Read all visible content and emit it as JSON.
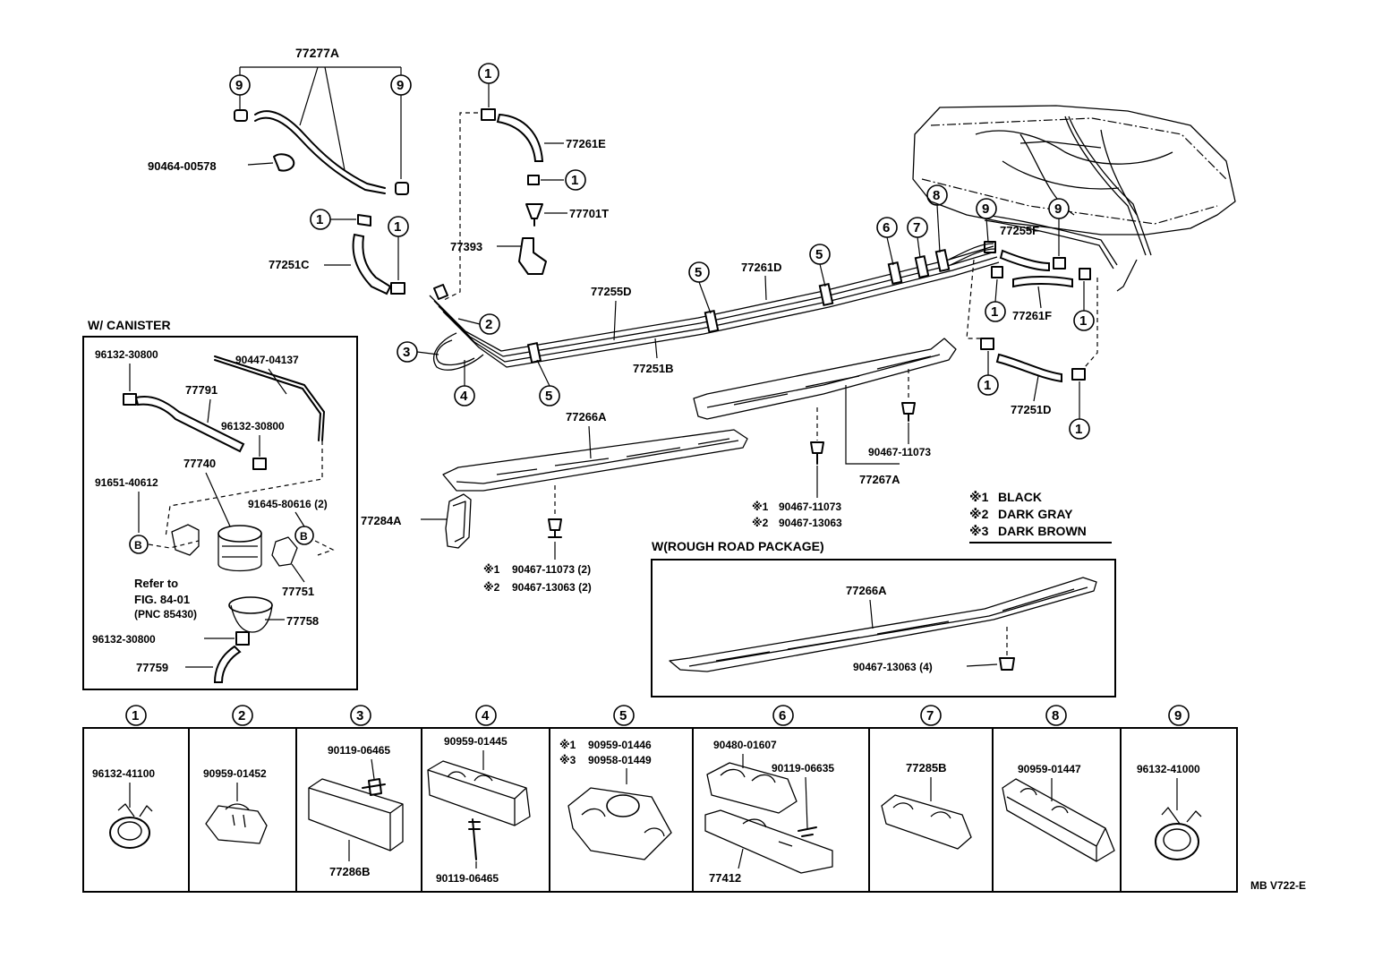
{
  "diagram_code": "MB  V722-E",
  "canister_box": {
    "title": "W/ CANISTER",
    "refer_line1": "Refer to",
    "refer_line2": "FIG. 84-01",
    "refer_line3": "(PNC 85430)",
    "marker_b": "B"
  },
  "rough_road_box": {
    "title": "W(ROUGH ROAD PACKAGE)"
  },
  "color_legend": [
    {
      "mark": "※1",
      "text": "BLACK"
    },
    {
      "mark": "※2",
      "text": "DARK GRAY"
    },
    {
      "mark": "※3",
      "text": "DARK BROWN"
    }
  ],
  "callout_numbers": [
    "1",
    "2",
    "3",
    "4",
    "5",
    "6",
    "7",
    "8",
    "9"
  ],
  "parts": {
    "p77277A": "77277A",
    "p90464_00578": "90464-00578",
    "p77251C": "77251C",
    "p77261E": "77261E",
    "p77701T": "77701T",
    "p77393": "77393",
    "p77255D": "77255D",
    "p77261D": "77261D",
    "p77251B": "77251B",
    "p77255F": "77255F",
    "p77261F": "77261F",
    "p77251D": "77251D",
    "p77266A": "77266A",
    "p77284A": "77284A",
    "p90467_11073_2": "90467-11073 (2)",
    "p90467_13063_2": "90467-13063 (2)",
    "p90467_11073": "90467-11073",
    "p90467_13063": "90467-13063",
    "p77267A": "77267A",
    "p77266A_rr": "77266A",
    "p90467_13063_4": "90467-13063 (4)",
    "p96132_30800": "96132-30800",
    "p90447_04137": "90447-04137",
    "p77791": "77791",
    "p77740": "77740",
    "p91651_40612": "91651-40612",
    "p91645_80616_2": "91645-80616 (2)",
    "p77751": "77751",
    "p77758": "77758",
    "p77759": "77759"
  },
  "mark1": "※1",
  "mark2": "※2",
  "mark3": "※3",
  "legend_table": [
    {
      "num": "1",
      "parts": [
        "96132-41100"
      ]
    },
    {
      "num": "2",
      "parts": [
        "90959-01452"
      ]
    },
    {
      "num": "3",
      "parts": [
        "90119-06465",
        "77286B"
      ]
    },
    {
      "num": "4",
      "parts": [
        "90959-01445",
        "90119-06465"
      ]
    },
    {
      "num": "5",
      "parts": [
        "90959-01446",
        "90958-01449"
      ]
    },
    {
      "num": "6",
      "parts": [
        "90480-01607",
        "90119-06635",
        "77412"
      ]
    },
    {
      "num": "7",
      "parts": [
        "77285B"
      ]
    },
    {
      "num": "8",
      "parts": [
        "90959-01447"
      ]
    },
    {
      "num": "9",
      "parts": [
        "96132-41000"
      ]
    }
  ]
}
